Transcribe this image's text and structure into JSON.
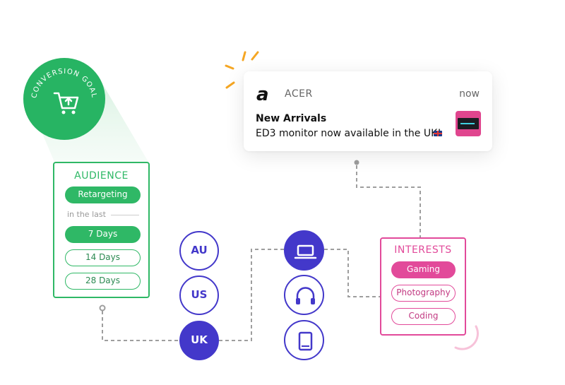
{
  "conversion_goal": {
    "label": "CONVERSION GOAL",
    "icon": "shopping-cart-icon"
  },
  "audience": {
    "title": "AUDIENCE",
    "retargeting": "Retargeting",
    "in_the_last": "in the last",
    "durations": [
      "7 Days",
      "14 Days",
      "28 Days"
    ],
    "selected_duration": "7 Days"
  },
  "countries": [
    "AU",
    "US",
    "UK"
  ],
  "selected_country": "UK",
  "devices": [
    "laptop-icon",
    "headphones-icon",
    "tablet-icon"
  ],
  "selected_device": "laptop-icon",
  "interests": {
    "title": "INTERESTS",
    "items": [
      "Gaming",
      "Photography",
      "Coding"
    ],
    "selected": "Gaming"
  },
  "notification": {
    "app_name": "ACER",
    "time": "now",
    "title": "New Arrivals",
    "body": "ED3 monitor now available in the UK!",
    "flag_icon": "uk-flag-icon"
  },
  "colors": {
    "green": "#2fb866",
    "pink": "#e24a9a",
    "indigo": "#4338ca",
    "orange": "#f5a623"
  }
}
